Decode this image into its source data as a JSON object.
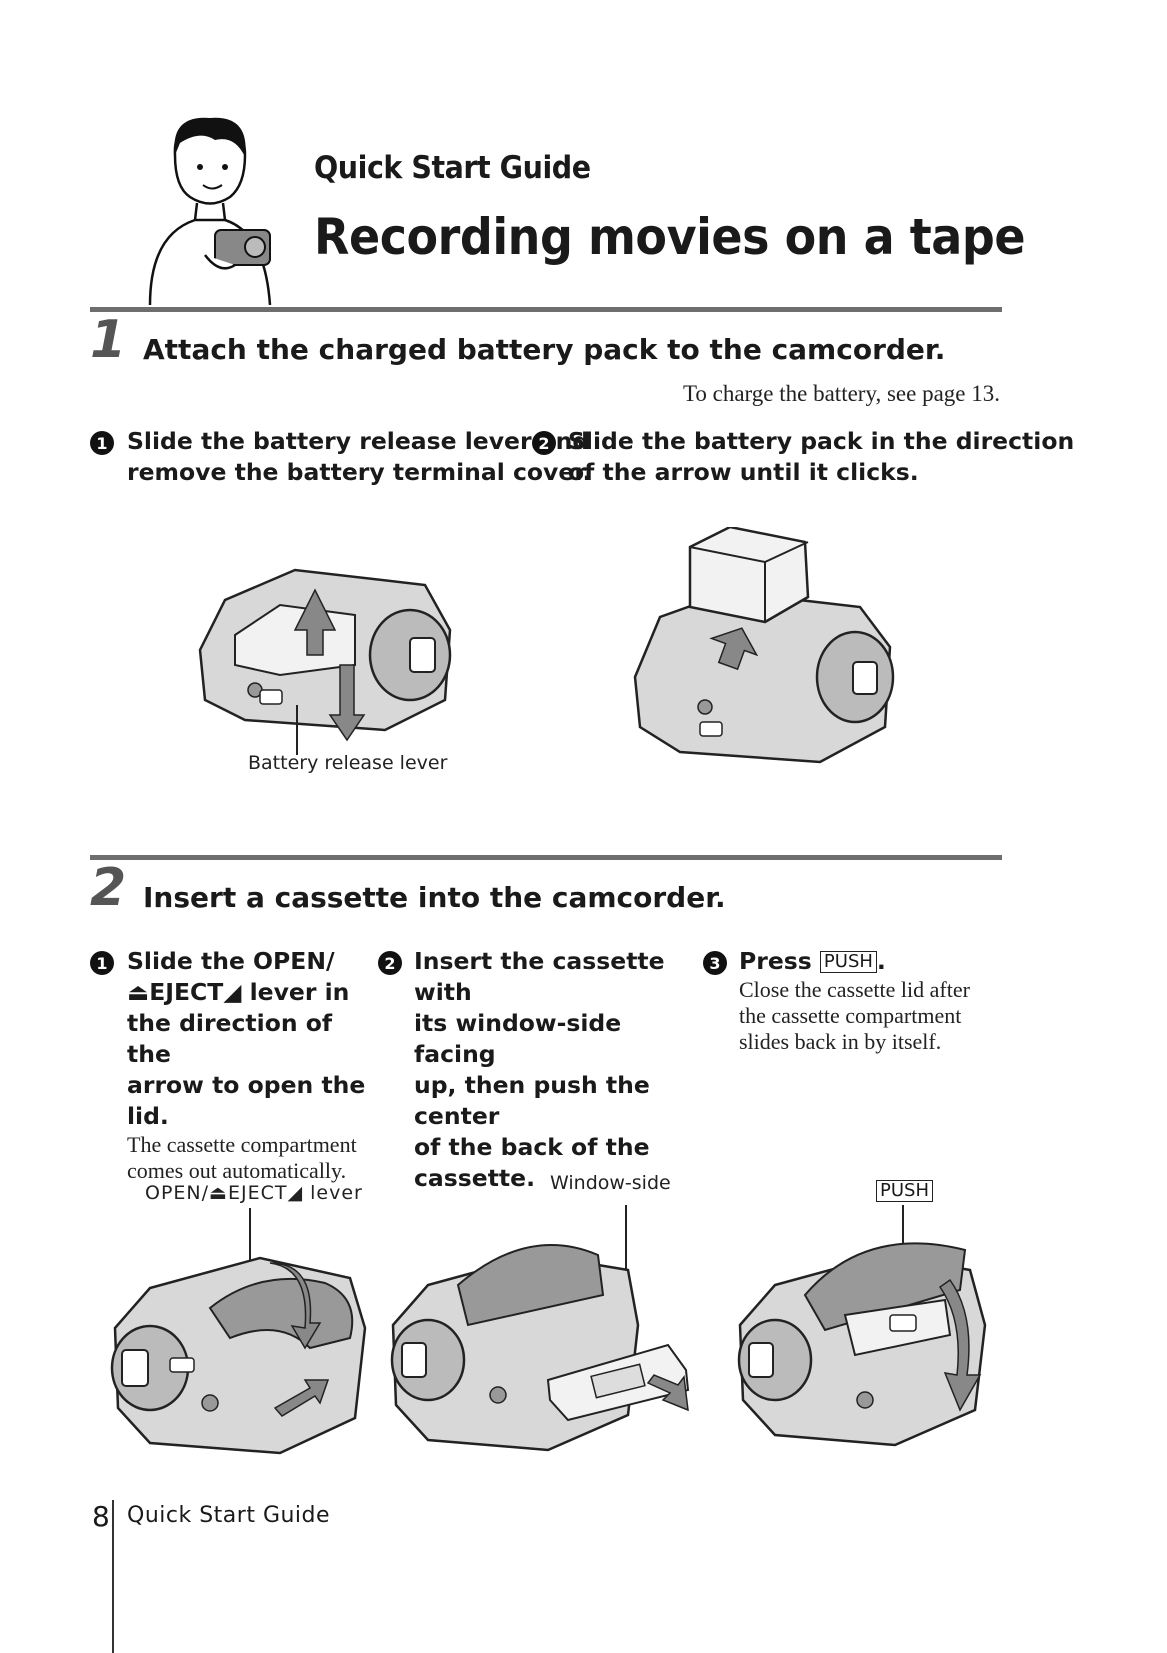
{
  "header": {
    "guide_label": "Quick Start Guide",
    "title": "Recording movies on a tape"
  },
  "step1": {
    "number": "1",
    "title": "Attach the charged battery pack to the camcorder.",
    "note": "To charge the battery, see page 13.",
    "instr1_bullet": "1",
    "instr1_line1": "Slide the battery release lever and",
    "instr1_line2": "remove the battery terminal cover.",
    "instr2_bullet": "2",
    "instr2_line1": "Slide the battery pack in the direction",
    "instr2_line2": "of the arrow until it clicks.",
    "caption_lever": "Battery release lever"
  },
  "step2": {
    "number": "2",
    "title": "Insert a cassette into the camcorder.",
    "a_bullet": "1",
    "a_line1": "Slide the OPEN/",
    "a_line2": "⏏EJECT◢ lever in",
    "a_line3": "the direction of the",
    "a_line4": "arrow to open the lid.",
    "a_note1": "The cassette compartment",
    "a_note2": "comes out automatically.",
    "b_bullet": "2",
    "b_line1": "Insert the cassette with",
    "b_line2": "its window-side facing",
    "b_line3": "up, then push the center",
    "b_line4": "of the back of the",
    "b_line5": "cassette.",
    "c_bullet": "3",
    "c_press": "Press",
    "c_push": "PUSH",
    "c_period": ".",
    "c_note1": "Close the cassette lid after",
    "c_note2": "the cassette compartment",
    "c_note3": "slides back in by itself.",
    "cap_open_eject": "OPEN/⏏EJECT◢ lever",
    "cap_window": "Window-side",
    "cap_push": "PUSH"
  },
  "footer": {
    "page_number": "8",
    "label": "Quick Start Guide"
  }
}
